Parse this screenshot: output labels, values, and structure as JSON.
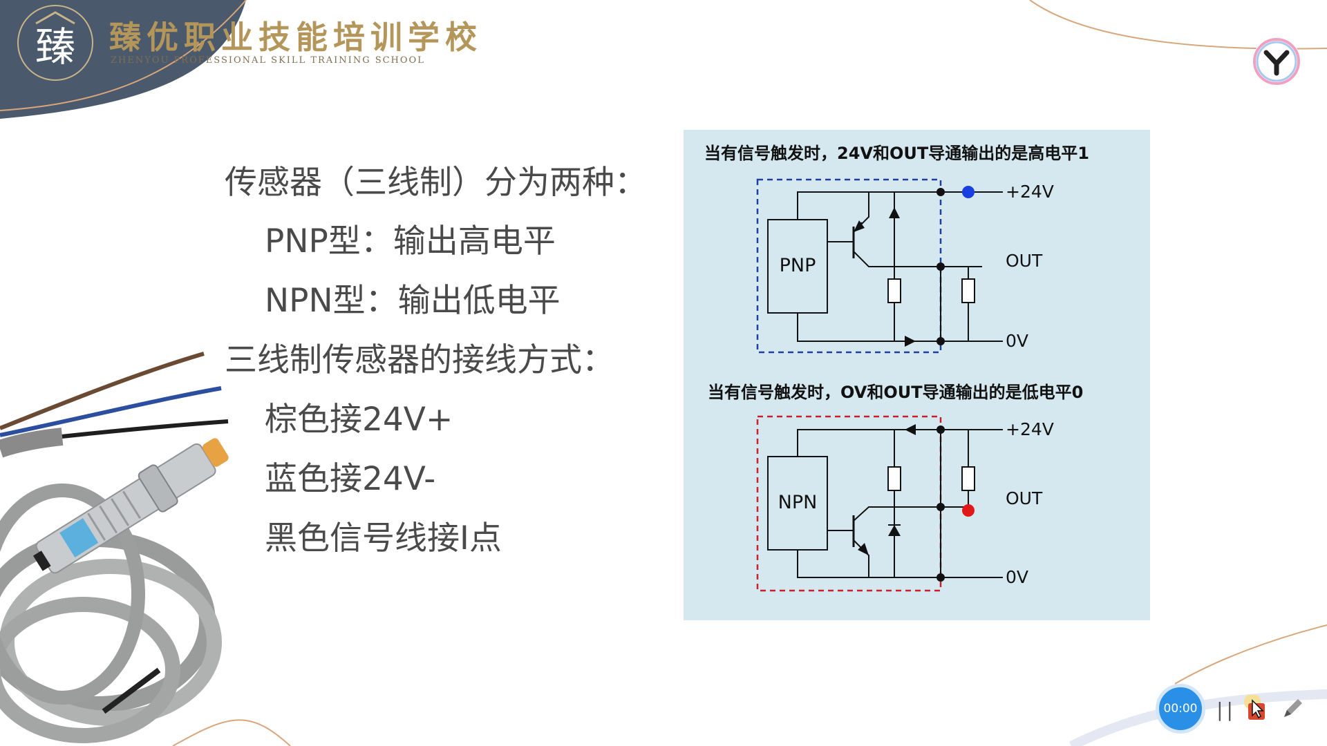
{
  "header": {
    "school_name_cn": "臻优职业技能培训学校",
    "school_name_en": "ZHENYOU PROFESSIONAL SKILL TRAINING SCHOOL",
    "seal_char": "臻"
  },
  "main": {
    "lines": [
      "传感器（三线制）分为两种：",
      "PNP型：输出高电平",
      "NPN型：输出低电平",
      "三线制传感器的接线方式：",
      "棕色接24V+",
      "蓝色接24V-",
      "黑色信号线接I点"
    ]
  },
  "diagram": {
    "pnp": {
      "caption": "当有信号触发时，24V和OUT导通输出的是高电平1",
      "block_label": "PNP",
      "label_24v": "+24V",
      "label_out": "OUT",
      "label_0v": "0V"
    },
    "npn": {
      "caption": "当有信号触发时，OV和OUT导通输出的是低电平0",
      "block_label": "NPN",
      "label_24v": "+24V",
      "label_out": "OUT",
      "label_0v": "0V"
    },
    "colors": {
      "pnp_box": "#1c3fa0",
      "npn_box": "#c8202a",
      "blue_dot": "#1a3fe0",
      "red_dot": "#e01818"
    }
  },
  "player": {
    "timer": "00:00",
    "pause_symbol": "| |",
    "icons": [
      "pause-icon",
      "record-icon",
      "pen-icon"
    ]
  }
}
